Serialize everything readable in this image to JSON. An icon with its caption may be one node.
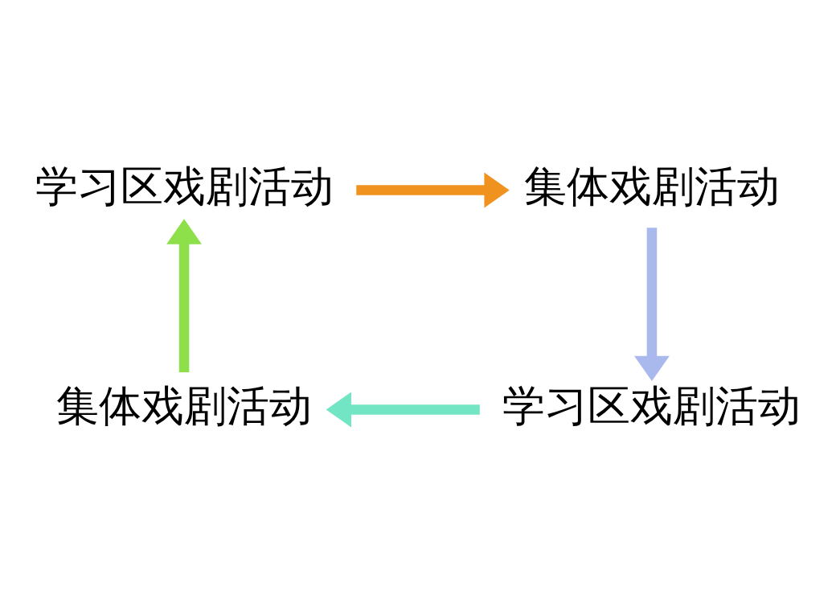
{
  "diagram": {
    "nodes": [
      {
        "text": [
          "学习区戏剧活动"
        ]
      },
      {
        "text": [
          "集体戏剧活动"
        ]
      },
      {
        "text": [
          "集体戏剧活动"
        ]
      },
      {
        "text": [
          "学习区戏剧活动"
        ]
      }
    ],
    "edges": [
      {
        "from": 0,
        "to": 1,
        "arrow": "to",
        "color": "#f0921e"
      },
      {
        "from": 1,
        "to": 3,
        "arrow": "to",
        "color": "#a9b9ee"
      },
      {
        "from": 3,
        "to": 2,
        "arrow": "to",
        "color": "#72e6c4"
      },
      {
        "from": 2,
        "to": 0,
        "arrow": "to",
        "color": "#8de04a"
      }
    ]
  }
}
